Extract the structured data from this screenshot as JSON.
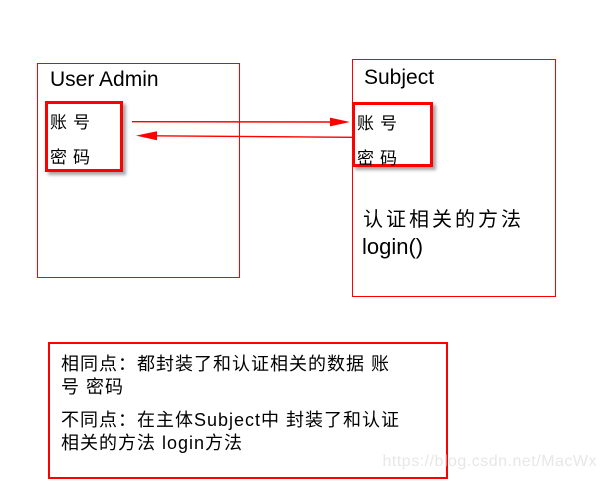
{
  "colors": {
    "accent_red": "#ff0000",
    "text": "#000000",
    "watermark_gray": "#e7e7e7",
    "background": "#ffffff"
  },
  "left_class": {
    "title": "User Admin",
    "attributes": [
      "账号",
      "密码"
    ]
  },
  "right_class": {
    "title": "Subject",
    "attributes": [
      "账号",
      "密码"
    ],
    "methods_heading": "认证相关的方法",
    "method_name": "login()"
  },
  "arrows": {
    "to_subject": "arrow-right",
    "to_user_admin": "arrow-left"
  },
  "summary": {
    "lines": [
      "相同点：都封装了和认证相关的数据 账",
      "号 密码",
      "不同点：在主体Subject中 封装了和认证",
      "相关的方法 login方法"
    ]
  },
  "watermark": {
    "text": "https://blog.csdn.net/MacWx"
  }
}
